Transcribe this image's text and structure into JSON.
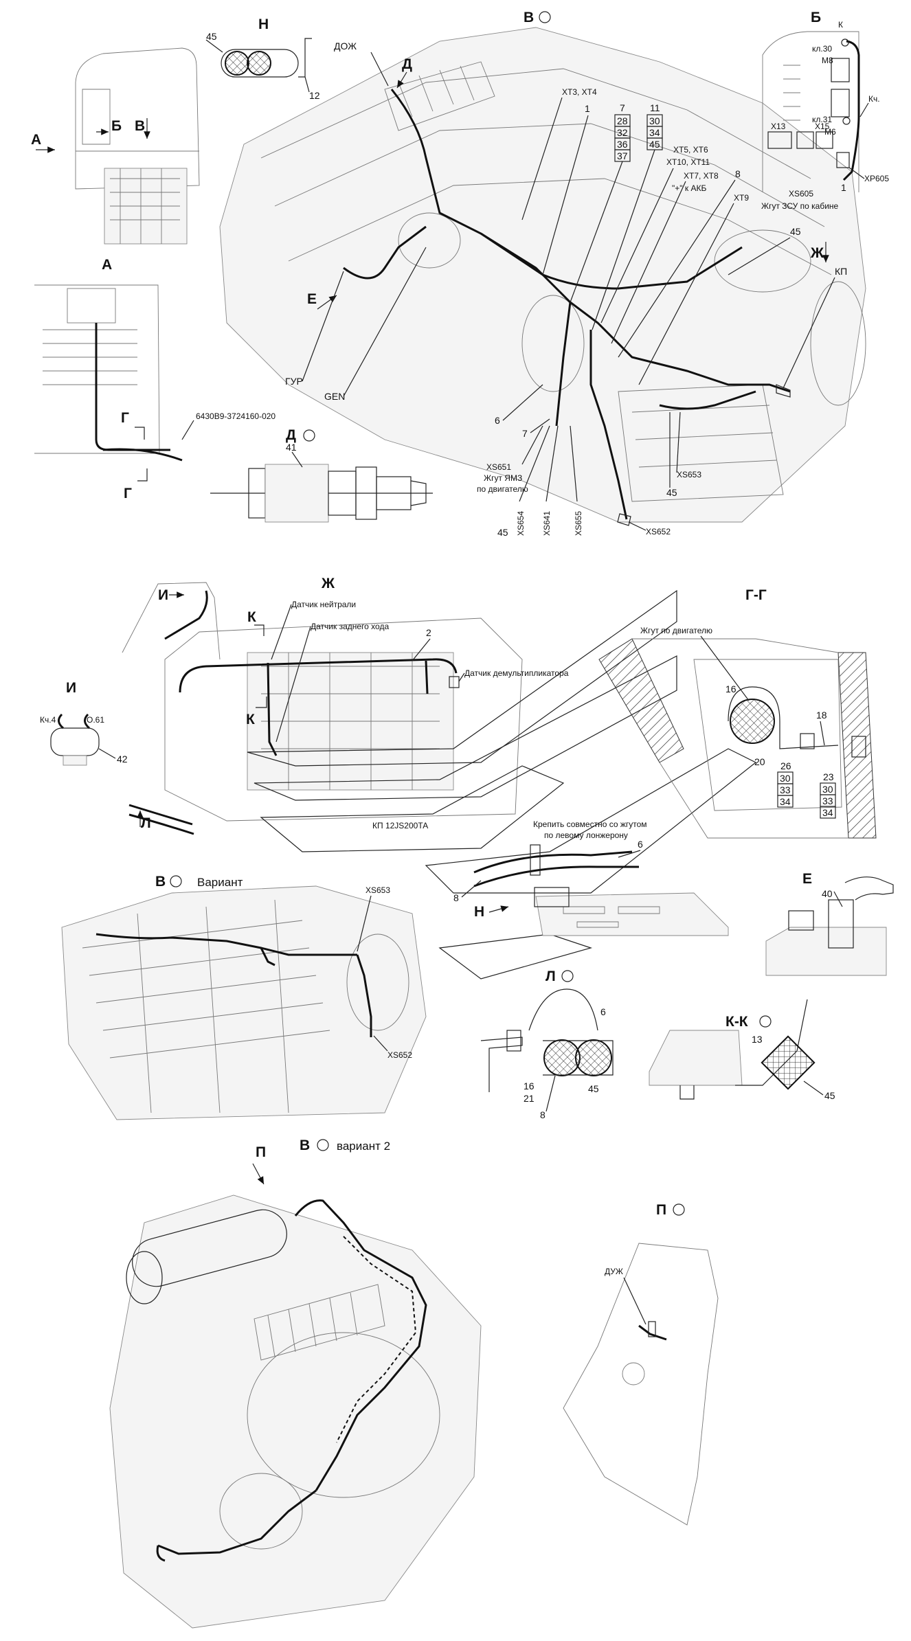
{
  "views": {
    "N": "Н",
    "V_top": "В",
    "B": "Б",
    "A_arrow": "А",
    "B_arrow": "Б",
    "V_arrow": "В",
    "A_view": "А",
    "G_mark_1": "Г",
    "G_mark_2": "Г",
    "D_view": "Д",
    "D_arrow": "Д",
    "E_arrow": "Е",
    "Zh_arrow": "Ж",
    "Zh_view": "Ж",
    "I_arrow": "И",
    "I_view": "И",
    "K_mark_1": "К",
    "K_mark_2": "К",
    "L_arrow": "Л",
    "GG_view": "Г-Г",
    "E_view": "Е",
    "V_variant": "В",
    "variant_label": "Вариант",
    "N_arrow": "Н",
    "L_view": "Л",
    "KK_view": "К-К",
    "P_arrow": "П",
    "V_variant2": "В",
    "variant2_label": "вариант 2",
    "P_view": "П"
  },
  "labels": {
    "dozh": "ДОЖ",
    "xt3_xt4": "ХТ3, ХТ4",
    "xt5_xt6": "ХТ5, ХТ6",
    "xt10_xt11": "ХТ10, ХТ11",
    "xt7_xt8": "ХТ7, ХТ8",
    "plus_akb": "\"+\" к АКБ",
    "xt9": "ХТ9",
    "gur": "ГУР",
    "gen": "GEN",
    "part_no": "6430В9-3724160-020",
    "xs651": "XS651",
    "yamz_harness_1": "Жгут ЯМЗ",
    "yamz_harness_2": "по двигателю",
    "xs654": "XS654",
    "xs641": "XS641",
    "xs655": "XS655",
    "xs652_top": "XS652",
    "xs653_top": "XS653",
    "kp": "КП",
    "kl30": "кл.30",
    "k": "К",
    "m8": "М8",
    "kch": "Кч.",
    "kl31": "кл.31",
    "m6": "М6",
    "x13": "Х13",
    "x15": "Х15",
    "xs605": "XS605",
    "xp605": "ХР605",
    "cab_harness": "Жгут ЗСУ по кабине",
    "neutral_sensor": "Датчик нейтрали",
    "reverse_sensor": "Датчик заднего хода",
    "demult_sensor": "Датчик демультипликатора",
    "kp_model": "КП 12JS200ТА",
    "kch4": "Кч.4",
    "o61": "О.61",
    "engine_harness": "Жгут по двигателю",
    "fasten_1": "Крепить совместно со жгутом",
    "fasten_2": "по левому лонжерону",
    "xs653_var": "XS653",
    "xs652_var": "XS652",
    "duzh": "ДУЖ"
  },
  "numbers": {
    "n45_top": "45",
    "n12": "12",
    "n1_main": "1",
    "n7_a": "7",
    "n28": "28",
    "n32": "32",
    "n36": "36",
    "n37": "37",
    "n11": "11",
    "n30_a": "30",
    "n34_a": "34",
    "n45_stack": "45",
    "n8_main": "8",
    "n45_main": "45",
    "n6_main": "6",
    "n7_main": "7",
    "n45_xs654": "45",
    "n45_right": "45",
    "n1_b": "1",
    "n41": "41",
    "n2": "2",
    "n42": "42",
    "n16_gg": "16",
    "n20": "20",
    "n18": "18",
    "n26": "26",
    "n30_b": "30",
    "n33_b": "33",
    "n34_b": "34",
    "n23": "23",
    "n30_c": "30",
    "n33_c": "33",
    "n34_c": "34",
    "n6_fast": "6",
    "n8_fast": "8",
    "n40": "40",
    "n6_l": "6",
    "n16_l": "16",
    "n21": "21",
    "n45_l": "45",
    "n8_l": "8",
    "n13": "13",
    "n45_kk": "45"
  },
  "colors": {
    "ink": "#111111",
    "thin": "#777777",
    "hatch": "#333333"
  }
}
